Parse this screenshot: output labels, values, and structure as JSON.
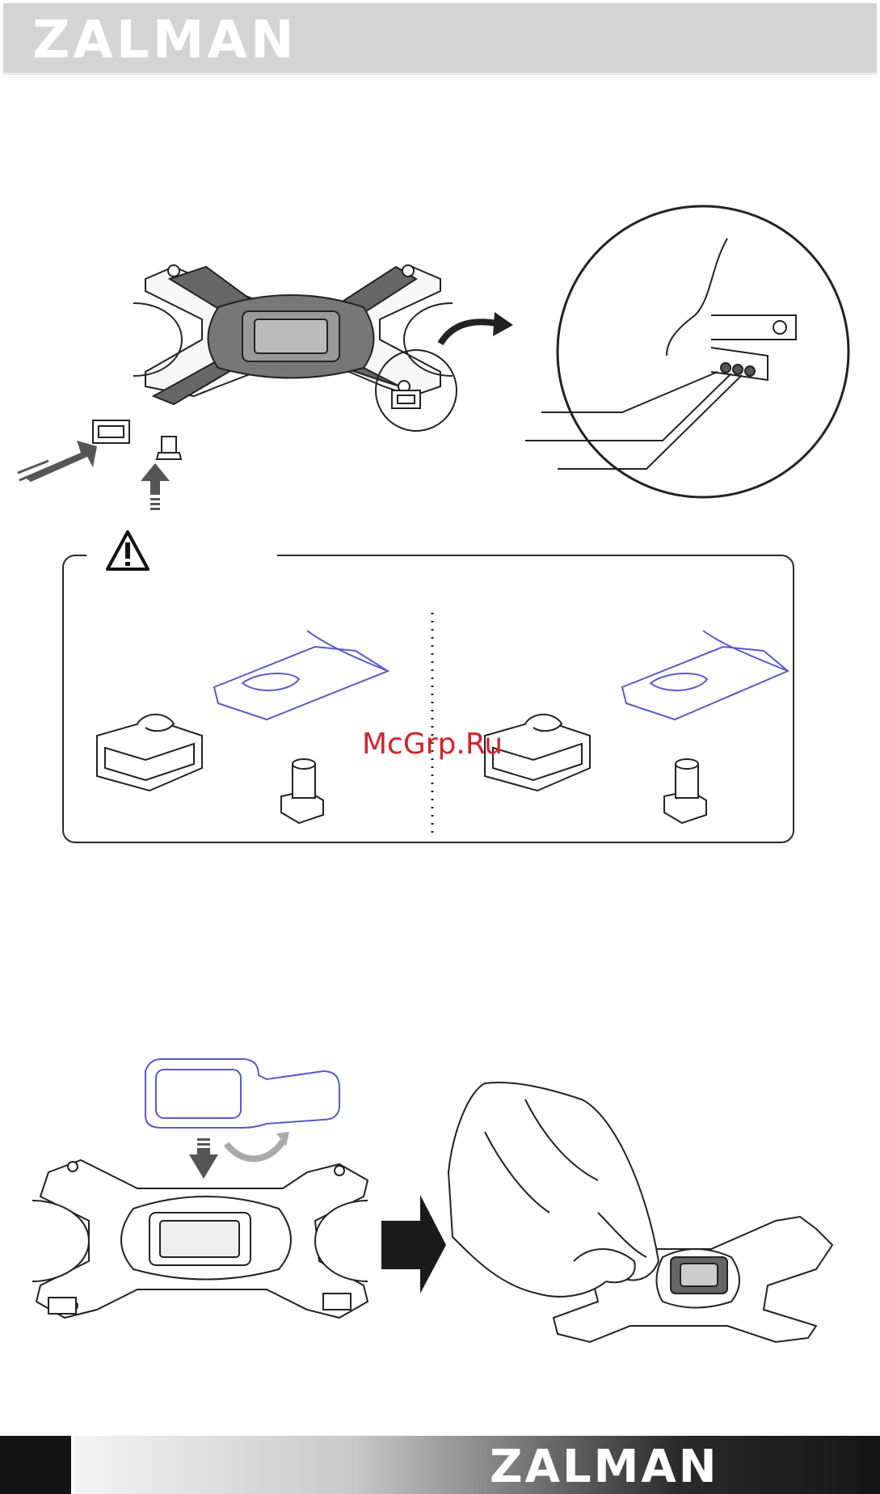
{
  "header": {
    "brand": "ZALMAN"
  },
  "watermark": {
    "text": "McGrp.Ru"
  },
  "footer": {
    "brand": "ZALMAN"
  },
  "colors": {
    "header_bg": "#d4d4d4",
    "footer_dark": "#141414",
    "watermark": "#d8202a",
    "line_blue": "#5a5ac8"
  },
  "icons": [
    "warning-triangle-icon",
    "arrow-right-icon",
    "arrow-up-icon",
    "arrow-down-icon",
    "curved-arrow-icon"
  ]
}
